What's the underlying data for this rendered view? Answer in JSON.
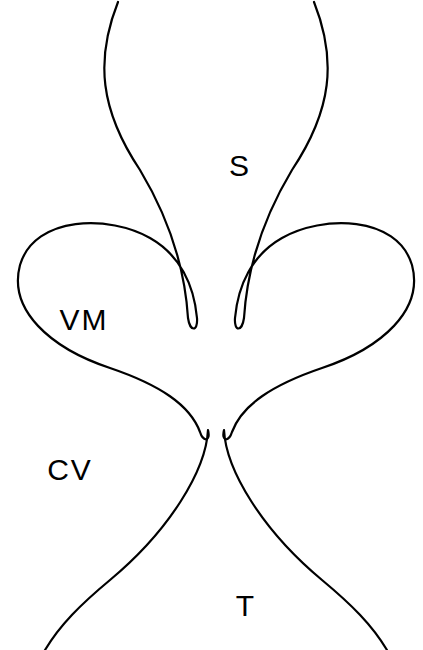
{
  "diagram": {
    "labels": [
      "S",
      "VM",
      "CV",
      "T"
    ]
  }
}
